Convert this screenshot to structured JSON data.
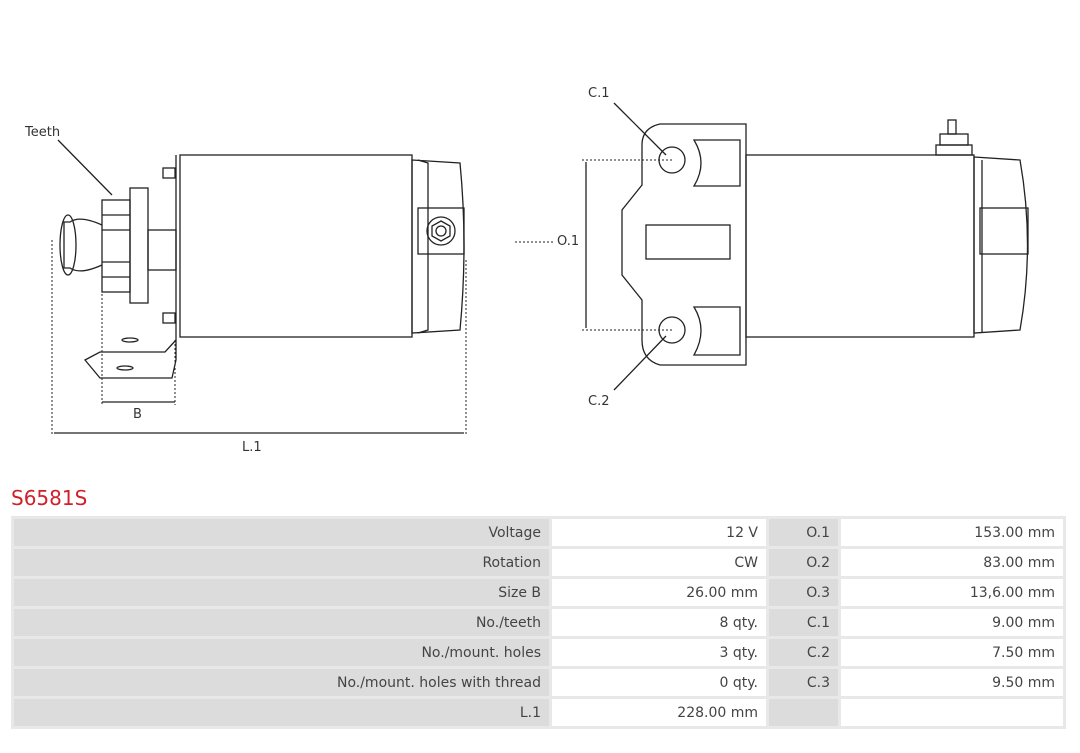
{
  "drawing": {
    "labels": {
      "teeth": "Teeth",
      "b": "B",
      "l1": "L.1",
      "c1": "C.1",
      "c2": "C.2",
      "o1": "O.1"
    }
  },
  "product": {
    "code": "S6581S"
  },
  "specs": [
    {
      "label": "Voltage",
      "value": "12 V",
      "code": "O.1",
      "code_value": "153.00 mm"
    },
    {
      "label": "Rotation",
      "value": "CW",
      "code": "O.2",
      "code_value": "83.00 mm"
    },
    {
      "label": "Size B",
      "value": "26.00 mm",
      "code": "O.3",
      "code_value": "13,6.00 mm"
    },
    {
      "label": "No./teeth",
      "value": "8 qty.",
      "code": "C.1",
      "code_value": "9.00 mm"
    },
    {
      "label": "No./mount. holes",
      "value": "3 qty.",
      "code": "C.2",
      "code_value": "7.50 mm"
    },
    {
      "label": "No./mount. holes with thread",
      "value": "0 qty.",
      "code": "C.3",
      "code_value": "9.50 mm"
    },
    {
      "label": "L.1",
      "value": "228.00 mm",
      "code": "",
      "code_value": ""
    }
  ]
}
